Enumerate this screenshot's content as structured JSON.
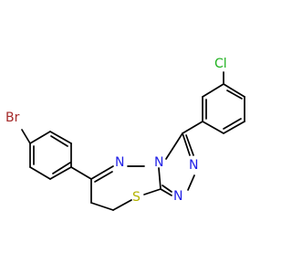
{
  "molecule": {
    "atoms": {
      "br": "Br",
      "cl": "Cl",
      "n_ring5_top": "N",
      "n_ring5_right1": "N",
      "n_ring5_right2": "N",
      "n_ring6_left": "N",
      "s": "S"
    },
    "colors": {
      "bond": "#000000",
      "bromine": "#a52a2a",
      "chlorine": "#1fb21f",
      "nitrogen": "#1f1fe6",
      "sulfur": "#b3b300"
    }
  }
}
